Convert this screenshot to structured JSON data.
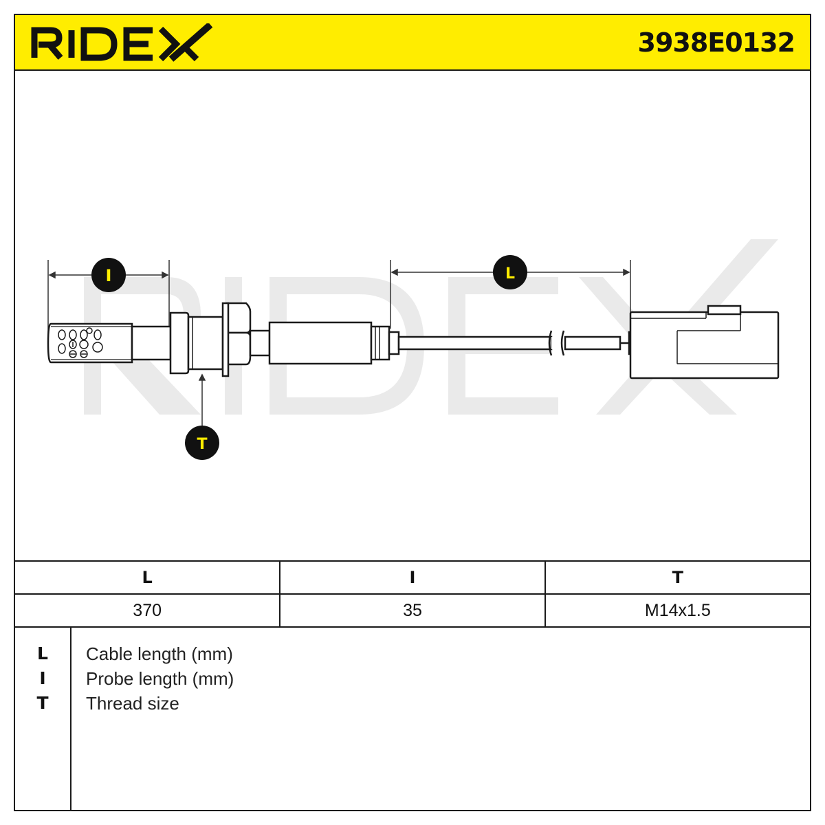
{
  "brand": {
    "logo_text": "RIDEX",
    "accent_color": "#ffed00"
  },
  "header": {
    "part_number": "3938E0132"
  },
  "diagram": {
    "watermark_text": "RIDEX",
    "callouts": {
      "I": "I",
      "L": "L",
      "T": "T"
    }
  },
  "specs": {
    "headers": [
      "L",
      "I",
      "T"
    ],
    "values": [
      "370",
      "35",
      "M14x1.5"
    ]
  },
  "legend": [
    {
      "key": "L",
      "text": "Cable length (mm)"
    },
    {
      "key": "I",
      "text": "Probe length (mm)"
    },
    {
      "key": "T",
      "text": "Thread size"
    }
  ]
}
